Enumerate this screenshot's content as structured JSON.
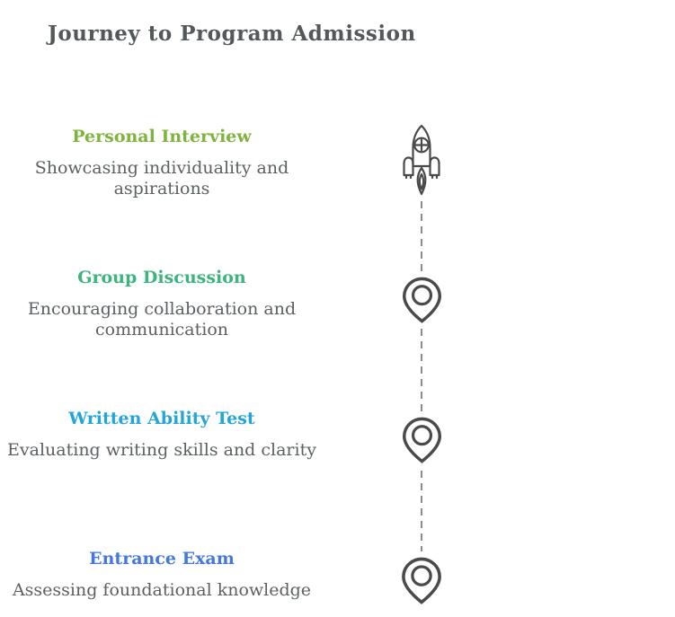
{
  "page": {
    "title": "Journey to Program Admission",
    "title_color": "#53585B",
    "background_color": "#FFFFFF",
    "body_text_color": "#5B6063"
  },
  "timeline": {
    "connector_color": "#8C8C8C",
    "icon_color": "#4A4A4A",
    "steps": [
      {
        "label": "Personal Interview",
        "description": "Showcasing individuality and aspirations",
        "color": "#7EB43E",
        "icon": "rocket-icon"
      },
      {
        "label": "Group Discussion",
        "description": "Encouraging collaboration and communication",
        "color": "#3BB47E",
        "icon": "map-pin-icon"
      },
      {
        "label": "Written Ability Test",
        "description": "Evaluating writing skills and clarity",
        "color": "#24A5DA",
        "icon": "map-pin-icon"
      },
      {
        "label": "Entrance Exam",
        "description": "Assessing foundational knowledge",
        "color": "#4478DC",
        "icon": "map-pin-icon"
      }
    ]
  }
}
